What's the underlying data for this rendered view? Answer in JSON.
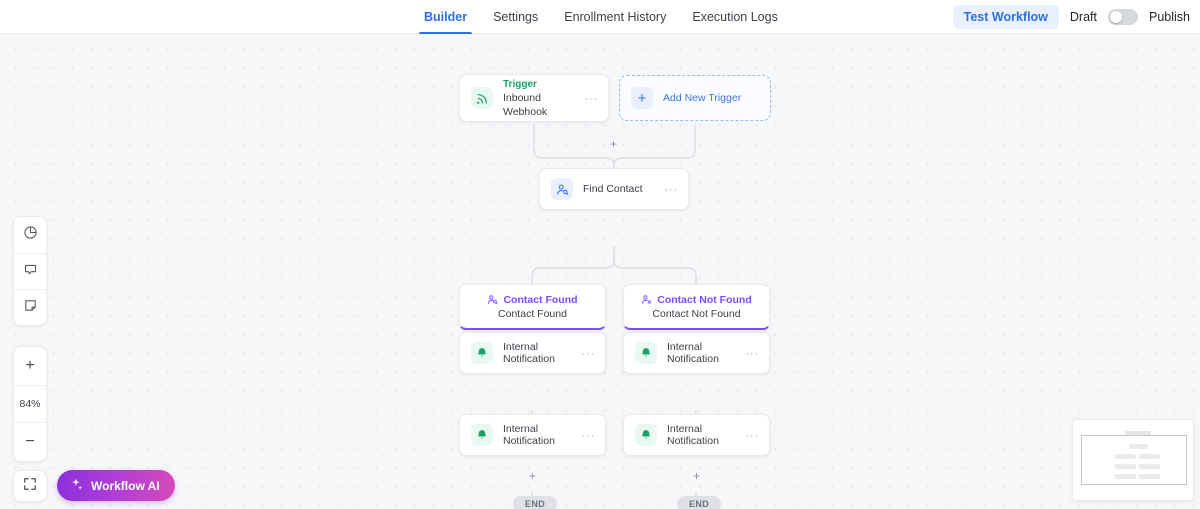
{
  "nav": {
    "tabs": [
      {
        "label": "Builder",
        "active": true
      },
      {
        "label": "Settings",
        "active": false
      },
      {
        "label": "Enrollment History",
        "active": false
      },
      {
        "label": "Execution Logs",
        "active": false
      }
    ],
    "test_workflow_label": "Test Workflow",
    "draft_label": "Draft",
    "publish_label": "Publish",
    "toggle_state": "off",
    "accent_color": "#2f6fed"
  },
  "canvas": {
    "nodes": {
      "trigger": {
        "kind": "Trigger",
        "title": "Trigger",
        "subtitle": "Inbound Webhook",
        "icon": "webhook-icon",
        "accent": "#16a36a"
      },
      "add_trigger": {
        "label": "Add New Trigger",
        "icon": "plus-icon",
        "accent": "#3b74ef"
      },
      "find_contact": {
        "label": "Find Contact",
        "icon": "contact-search-icon",
        "accent": "#3b74ef"
      },
      "branch_found": {
        "title": "Contact Found",
        "body": "Contact Found",
        "icon": "contact-search-icon",
        "accent": "#7c4dff"
      },
      "branch_not_found": {
        "title": "Contact Not Found",
        "body": "Contact Not Found",
        "icon": "contact-x-icon",
        "accent": "#7c4dff"
      },
      "notify_left_1": {
        "label": "Internal Notification",
        "icon": "bell-icon",
        "accent": "#16a36a"
      },
      "notify_left_2": {
        "label": "Internal Notification",
        "icon": "bell-icon",
        "accent": "#16a36a"
      },
      "notify_right_1": {
        "label": "Internal Notification",
        "icon": "bell-icon",
        "accent": "#16a36a"
      },
      "notify_right_2": {
        "label": "Internal Notification",
        "icon": "bell-icon",
        "accent": "#16a36a"
      }
    },
    "end_label": "END",
    "add_step_symbol": "+",
    "node_menu_symbol": "···"
  },
  "toolbar": {
    "analytics_icon": "pie-chart-icon",
    "comment_icon": "comment-icon",
    "note_icon": "sticky-note-icon",
    "zoom_in_symbol": "+",
    "zoom_level": "84%",
    "zoom_out_symbol": "−",
    "fit_view_icon": "fit-screen-icon"
  },
  "workflow_ai": {
    "label": "Workflow AI",
    "icon": "sparkle-icon"
  }
}
